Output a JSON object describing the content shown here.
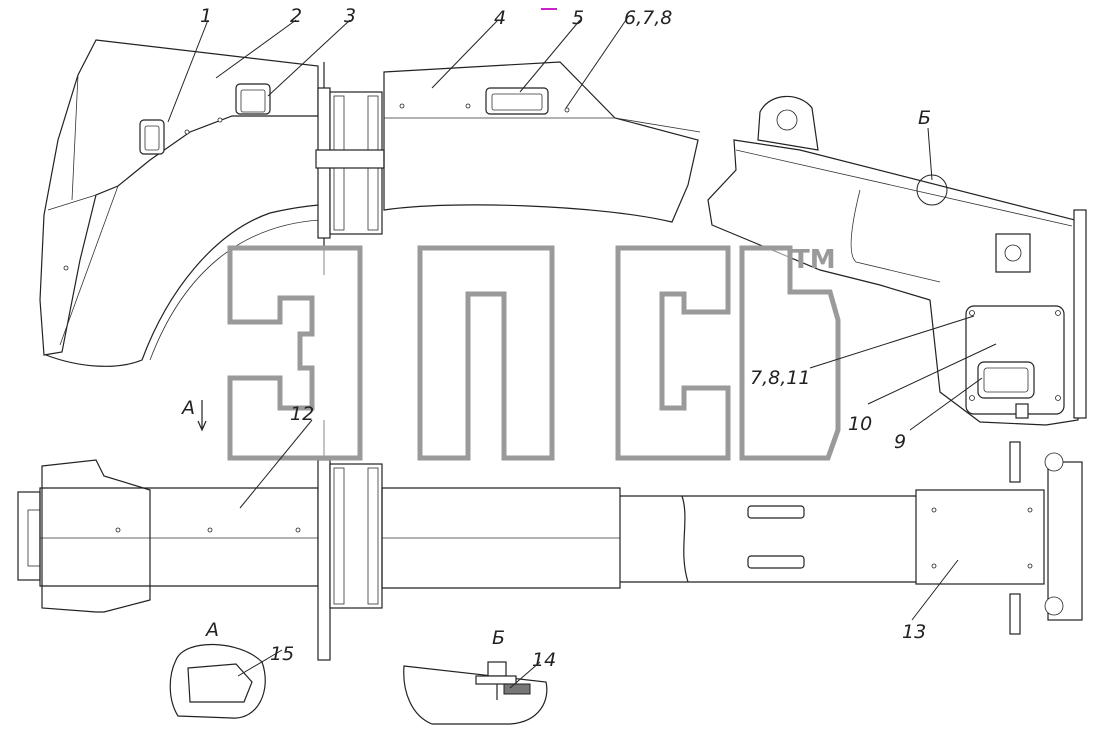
{
  "title": "",
  "colors": {
    "line": "#222222",
    "watermark": "#9a9a9a",
    "marker": "#cc22cc"
  },
  "watermark": {
    "text": "эпсь",
    "trademark": "ТМ"
  },
  "views": {
    "arrow_label": "А",
    "detail_a_label": "А",
    "detail_b_label": "Б",
    "circle_b_label": "Б"
  },
  "callouts": [
    "1",
    "2",
    "3",
    "4",
    "5",
    "6,7,8",
    "7,8,11",
    "10",
    "9",
    "12",
    "13",
    "15",
    "14"
  ]
}
